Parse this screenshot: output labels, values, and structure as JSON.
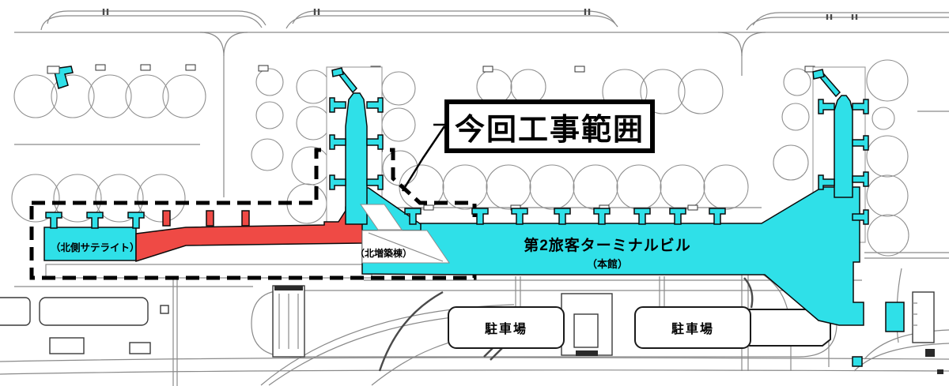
{
  "map": {
    "construction_label": "今回工事範囲",
    "buildings": {
      "terminal": {
        "label": "第2旅客ターミナルビル",
        "sublabel": "（本館）"
      },
      "north_satellite": {
        "label": "（北側サテライト）"
      },
      "north_annex": {
        "label": "（北増築棟）"
      },
      "parking_left": {
        "label": "駐車場"
      },
      "parking_right": {
        "label": "駐車場"
      }
    },
    "colors": {
      "existing_building": "#2fe0e8",
      "construction_area": "#ef4a45",
      "boundary_line": "#000000",
      "road_line": "#8a8a8a",
      "building_outline": "#1a1a1a"
    }
  }
}
